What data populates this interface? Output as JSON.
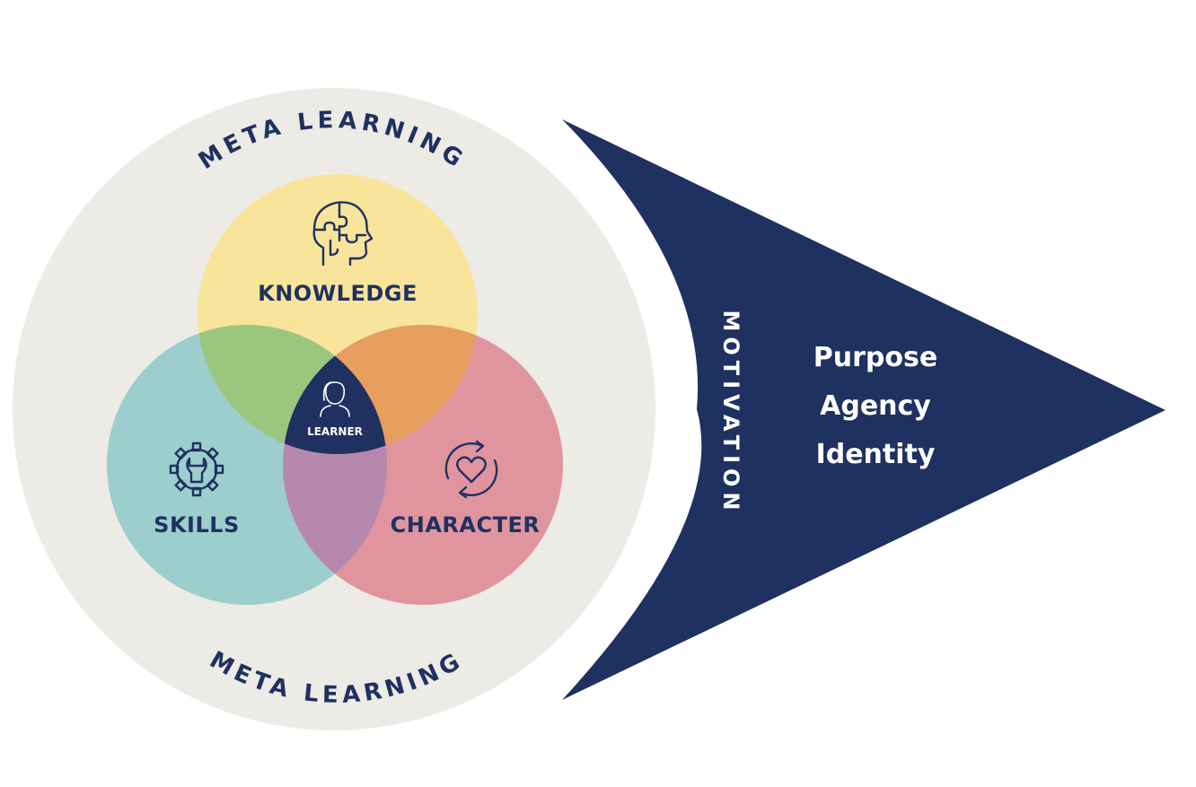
{
  "outer_ring": {
    "top_label": "META LEARNING",
    "bottom_label": "META LEARNING"
  },
  "circles": {
    "knowledge": {
      "label": "KNOWLEDGE",
      "icon": "head-puzzle-icon",
      "color": "#f9e49b"
    },
    "skills": {
      "label": "SKILLS",
      "icon": "gear-wrench-icon",
      "color": "#9bcecd"
    },
    "character": {
      "label": "CHARACTER",
      "icon": "heart-cycle-icon",
      "color": "#e0959e"
    }
  },
  "center": {
    "label": "LEARNER",
    "icon": "person-icon",
    "color": "#1f3160"
  },
  "overlap_colors": {
    "knowledge_skills": "#9bc67e",
    "knowledge_character": "#e59e5d",
    "skills_character": "#b688ad"
  },
  "arrow": {
    "vertical_label": "MOTIVATION",
    "items": [
      "Purpose",
      "Agency",
      "Identity"
    ],
    "color": "#1f3160"
  },
  "colors": {
    "ring": "#edebe6",
    "navy": "#1f3160"
  }
}
